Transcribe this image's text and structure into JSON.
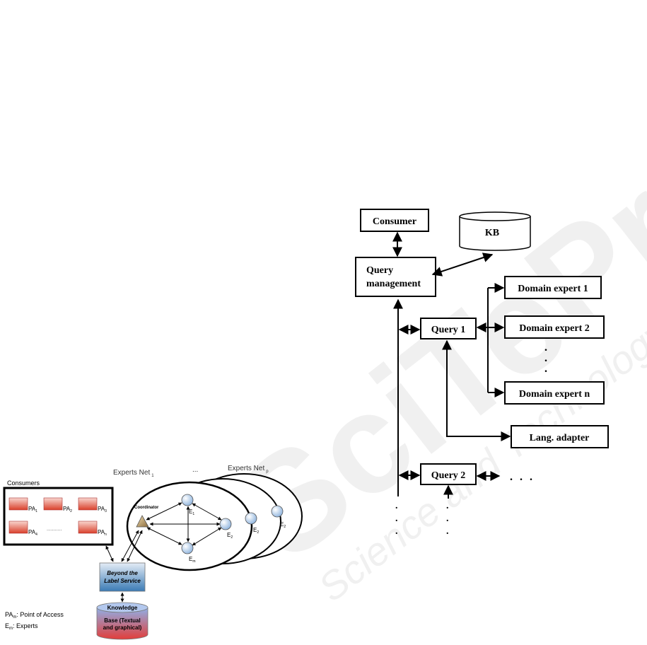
{
  "watermark": {
    "main": "SciTePress",
    "sub": "Science and Technology Publications"
  },
  "left_diagram": {
    "consumers_label": "Consumers",
    "access_points": [
      {
        "base": "PA",
        "sub": "1"
      },
      {
        "base": "PA",
        "sub": "2"
      },
      {
        "base": "PA",
        "sub": "3"
      },
      {
        "base": "PA",
        "sub": "4"
      },
      {
        "base": "PA",
        "sub": "n"
      }
    ],
    "dots": "...........",
    "experts_net_1": {
      "base": "Experts Net",
      "sub": "1"
    },
    "experts_net_dots": "...",
    "experts_net_p": {
      "base": "Experts Net",
      "sub": "p"
    },
    "coordinator": "Coordinator",
    "experts": [
      {
        "base": "E",
        "sub": "1"
      },
      {
        "base": "E",
        "sub": "2"
      },
      {
        "base": "E",
        "sub": "m"
      }
    ],
    "back_expert_labels": [
      {
        "base": "E",
        "sub": "2"
      },
      {
        "base": "E",
        "sub": "2"
      }
    ],
    "service": [
      "Beyond the",
      "Label Service"
    ],
    "kb_top": "Knowledge",
    "kb_body": [
      "Base (Textual",
      "and graphical)"
    ],
    "legend": [
      {
        "base": "PA",
        "sub": "m",
        "text": ": Point of Access"
      },
      {
        "base": "E",
        "sub": "m",
        "text": ": Experts"
      }
    ]
  },
  "right_diagram": {
    "consumer": "Consumer",
    "kb": "KB",
    "query_management": [
      "Query",
      "management"
    ],
    "query1": "Query 1",
    "query2": "Query 2",
    "domain_experts": [
      "Domain expert 1",
      "Domain expert 2",
      "Domain expert n"
    ],
    "lang_adapter": "Lang. adapter",
    "ellipsis_h": ". . .",
    "colors": {
      "line": "#000000",
      "pa_fill_top": "#f7c8c0",
      "pa_fill_bottom": "#d9402b",
      "service_top": "#dce6f2",
      "service_bottom": "#3b7bb5",
      "kb_top": "#9db8e8",
      "kb_bottom": "#e2403a"
    }
  }
}
